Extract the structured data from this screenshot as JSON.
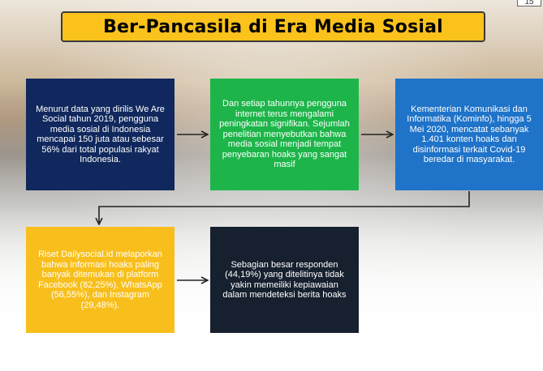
{
  "page": {
    "number": "15"
  },
  "title": "Ber-Pancasila di Era Media Sosial",
  "boxes": [
    {
      "text": "Menurut data yang dirilis We Are Social tahun 2019, pengguna media sosial di Indonesia mencapai 150 juta atau sebesar 56% dari total populasi rakyat Indonesia.",
      "color": "#10285d"
    },
    {
      "text": "Dan setiap tahunnya pengguna internet terus mengalami peningkatan signifikan. Sejumlah penelitian menyebutkan bahwa media sosial menjadi tempat penyebaran hoaks yang sangat masif",
      "color": "#1db54a"
    },
    {
      "text": "Kementerian Komunikasi dan Informatika (Kominfo), hingga 5 Mei 2020, mencatat sebanyak 1.401 konten hoaks dan disinformasi terkait Covid-19 beredar di masyarakat.",
      "color": "#1f73c8"
    },
    {
      "text": "Riset Dailysocial.id melaporkan bahwa informasi hoaks paling banyak ditemukan di platform Facebook (82,25%), WhatsApp (56,55%), dan Instagram (29,48%).",
      "color": "#f8bf1c"
    },
    {
      "text": "Sebagian besar responden (44,19%) yang ditelitinya tidak yakin memeiliki kepiawaian dalam mendeteksi berita hoaks",
      "color": "#16202e"
    }
  ],
  "colors": {
    "banner": "#fbc21c",
    "arrow": "#222222"
  }
}
